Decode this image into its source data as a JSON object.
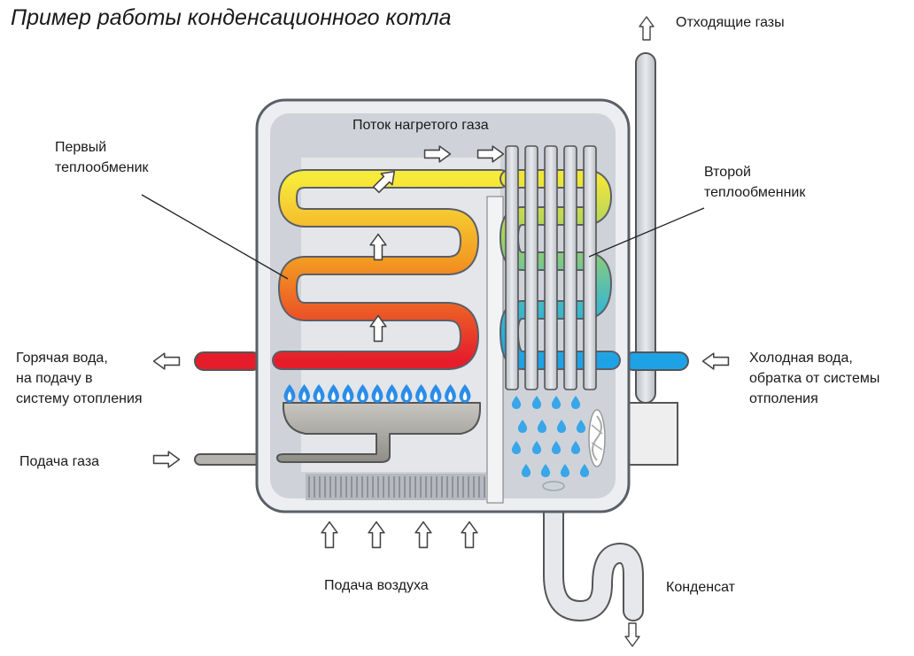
{
  "title": "Пример работы конденсационного котла",
  "labels": {
    "flue_gas": "Отходящие газы",
    "hot_gas_flow": "Поток нагретого газа",
    "first_exchanger": "Первый\nтеплообменик",
    "second_exchanger": "Второй\nтеплообменник",
    "hot_water": "Горячая вода,\nна подачу в\nсистему отопления",
    "cold_water": "Холодная вода,\nобратка от системы\nотполения",
    "gas_supply": "Подача газа",
    "air_supply": "Подача воздуха",
    "condensate": "Конденсат"
  },
  "colors": {
    "casing": "#eceef1",
    "casing_border": "#5a5f68",
    "hot_pipe": "#e51d2b",
    "cold_pipe": "#1ea2e6",
    "flame": "#2a8de8",
    "drops": "#38a6e8",
    "arrow_fill": "#ffffff"
  },
  "icons": {
    "arrow": "arrow-outline-icon",
    "flame": "flame-icon",
    "drop": "water-drop-icon",
    "fan": "fan-icon"
  }
}
